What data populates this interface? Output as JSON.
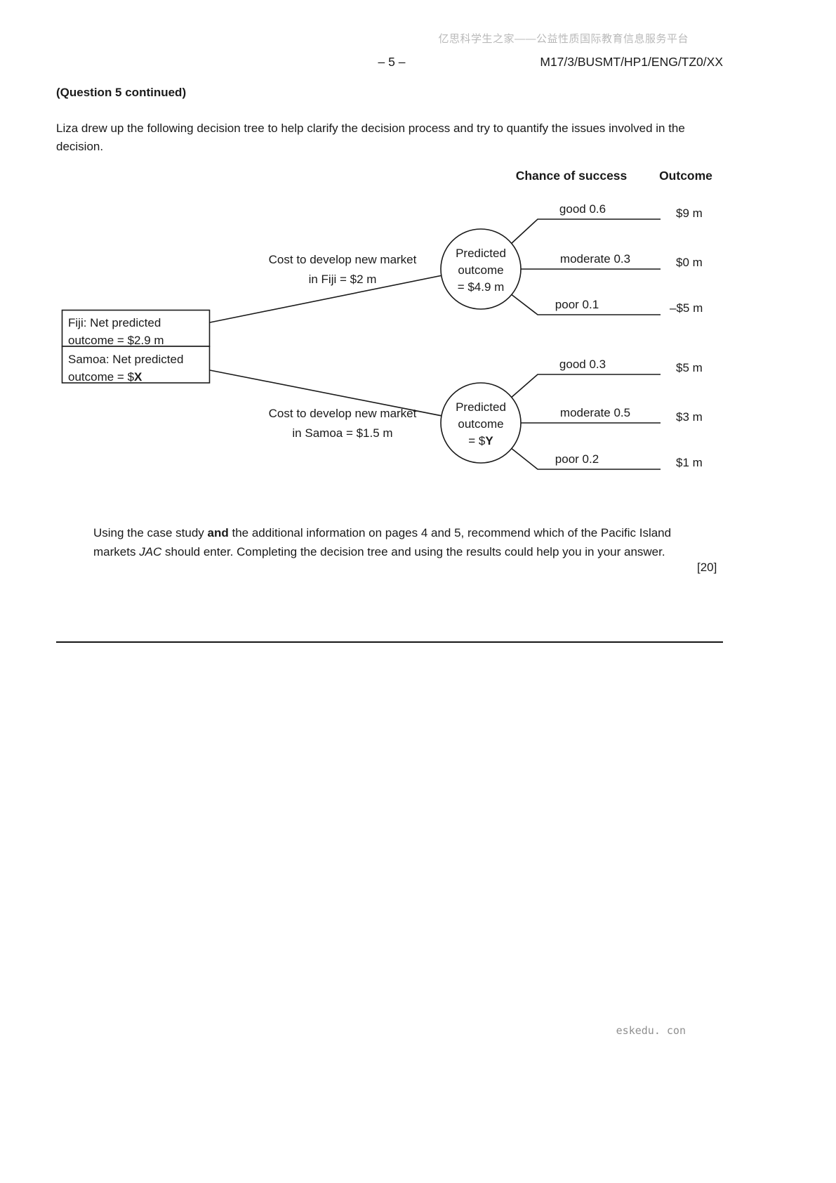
{
  "header": {
    "watermark": "亿思科学生之家——公益性质国际教育信息服务平台",
    "page_number": "– 5 –",
    "paper_code": "M17/3/BUSMT/HP1/ENG/TZ0/XX"
  },
  "body": {
    "question_continued": "(Question 5 continued)",
    "intro": "Liza drew up the following decision tree to help clarify the decision process and try to quantify the issues involved in the decision."
  },
  "tree": {
    "col_chance": "Chance of success",
    "col_outcome": "Outcome",
    "root": {
      "fiji_line1": "Fiji: Net predicted",
      "fiji_line2": "outcome = $2.9 m",
      "samoa_line1": "Samoa: Net predicted",
      "samoa_line2_prefix": "outcome = $",
      "samoa_unknown": "X"
    },
    "fiji": {
      "cost_line1": "Cost to develop new market",
      "cost_line2": "in Fiji = $2 m",
      "node_line1": "Predicted",
      "node_line2": "outcome",
      "node_line3": "= $4.9 m",
      "branches": [
        {
          "label": "good 0.6",
          "outcome": "$9 m"
        },
        {
          "label": "moderate 0.3",
          "outcome": "$0 m"
        },
        {
          "label": "poor 0.1",
          "outcome": "–$5 m"
        }
      ]
    },
    "samoa": {
      "cost_line1": "Cost to develop new market",
      "cost_line2": "in Samoa = $1.5 m",
      "node_line1": "Predicted",
      "node_line2": "outcome",
      "node_line3_prefix": "= $",
      "node_unknown": "Y",
      "branches": [
        {
          "label": "good 0.3",
          "outcome": "$5 m"
        },
        {
          "label": "moderate 0.5",
          "outcome": "$3 m"
        },
        {
          "label": "poor 0.2",
          "outcome": "$1 m"
        }
      ]
    }
  },
  "question": {
    "part1": "Using the case study ",
    "bold1": "and",
    "part2": " the additional information on pages 4 and 5, recommend which of the Pacific Island markets ",
    "italic1": "JAC",
    "part3": " should enter.  Completing the decision tree and using the results could help you in your answer.",
    "marks": "[20]"
  },
  "footer": {
    "watermark": "eskedu. con"
  }
}
